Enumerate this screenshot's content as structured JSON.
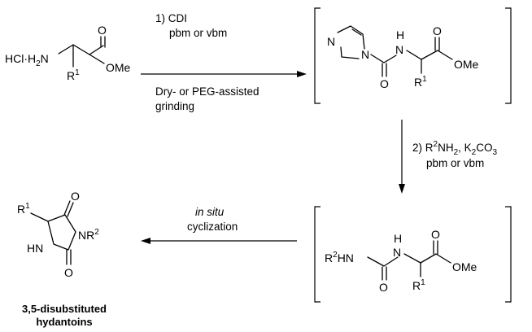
{
  "reactant": {
    "salt_label": "HCl·H",
    "salt_sub": "2",
    "salt_n": "N",
    "r1": "R",
    "r1_sup": "1",
    "o": "O",
    "ome": "OMe"
  },
  "step1": {
    "line1": "1) CDI",
    "line2": "pbm or vbm",
    "line3": "Dry- or PEG-assisted",
    "line4": "grinding"
  },
  "intermediate1": {
    "n_ring": "N",
    "n_amide": "N",
    "nh_h": "H",
    "nh_n": "N",
    "o_urea": "O",
    "o_ester": "O",
    "ome": "OMe",
    "r1": "R",
    "r1_sup": "1"
  },
  "step2": {
    "r2": "2) R",
    "r2_sup": "2",
    "nh2": "NH",
    "nh2_sub": "2",
    "k2co3": ", K",
    "k2co3_sub1": "2",
    "k2co3_co": "CO",
    "k2co3_sub2": "3",
    "line2": "pbm or vbm"
  },
  "intermediate2": {
    "r2hn": "R",
    "r2_sup": "2",
    "hn": "HN",
    "nh_h": "H",
    "nh_n": "N",
    "o_urea": "O",
    "o_ester": "O",
    "ome": "OMe",
    "r1": "R",
    "r1_sup": "1"
  },
  "step3": {
    "line1": "in situ",
    "line2": "cyclization"
  },
  "product": {
    "r1": "R",
    "r1_sup": "1",
    "o_top": "O",
    "nr2": "NR",
    "nr2_sup": "2",
    "hn": "HN",
    "o_bottom": "O",
    "title1": "3,5-disubstituted",
    "title2": "hydantoins"
  }
}
